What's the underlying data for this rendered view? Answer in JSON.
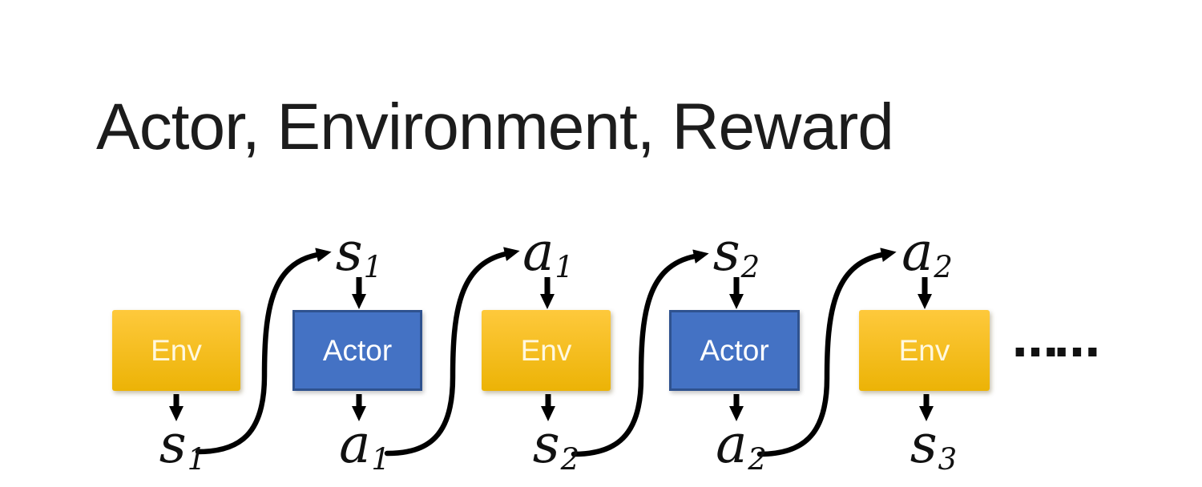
{
  "slide": {
    "title": "Actor, Environment, Reward"
  },
  "diagram": {
    "boxes": [
      {
        "id": "env-1",
        "type": "environment",
        "label": "Env"
      },
      {
        "id": "actor-1",
        "type": "actor",
        "label": "Actor"
      },
      {
        "id": "env-2",
        "type": "environment",
        "label": "Env"
      },
      {
        "id": "actor-2",
        "type": "actor",
        "label": "Actor"
      },
      {
        "id": "env-3",
        "type": "environment",
        "label": "Env"
      }
    ],
    "top_labels": [
      {
        "base": "s",
        "sub": "1"
      },
      {
        "base": "a",
        "sub": "1"
      },
      {
        "base": "s",
        "sub": "2"
      },
      {
        "base": "a",
        "sub": "2"
      }
    ],
    "bottom_labels": [
      {
        "base": "s",
        "sub": "1"
      },
      {
        "base": "a",
        "sub": "1"
      },
      {
        "base": "s",
        "sub": "2"
      },
      {
        "base": "a",
        "sub": "2"
      },
      {
        "base": "s",
        "sub": "3"
      }
    ],
    "transitions": [
      {
        "from": "s1 output of Env",
        "to": "s1 input of Actor"
      },
      {
        "from": "a1 output of Actor",
        "to": "a1 input of Env"
      },
      {
        "from": "s2 output of Env",
        "to": "s2 input of Actor"
      },
      {
        "from": "a2 output of Actor",
        "to": "a2 input of Env"
      }
    ],
    "ellipsis": "……",
    "colors": {
      "title_text": "#1C1C1C",
      "env_gradient_top": "#FEC93C",
      "env_gradient_bottom": "#ECB306",
      "env_text": "#FFF8DF",
      "actor_fill": "#4472C4",
      "actor_border": "#2F528F",
      "actor_text": "#FFFFFF",
      "arrow": "#000000"
    }
  }
}
